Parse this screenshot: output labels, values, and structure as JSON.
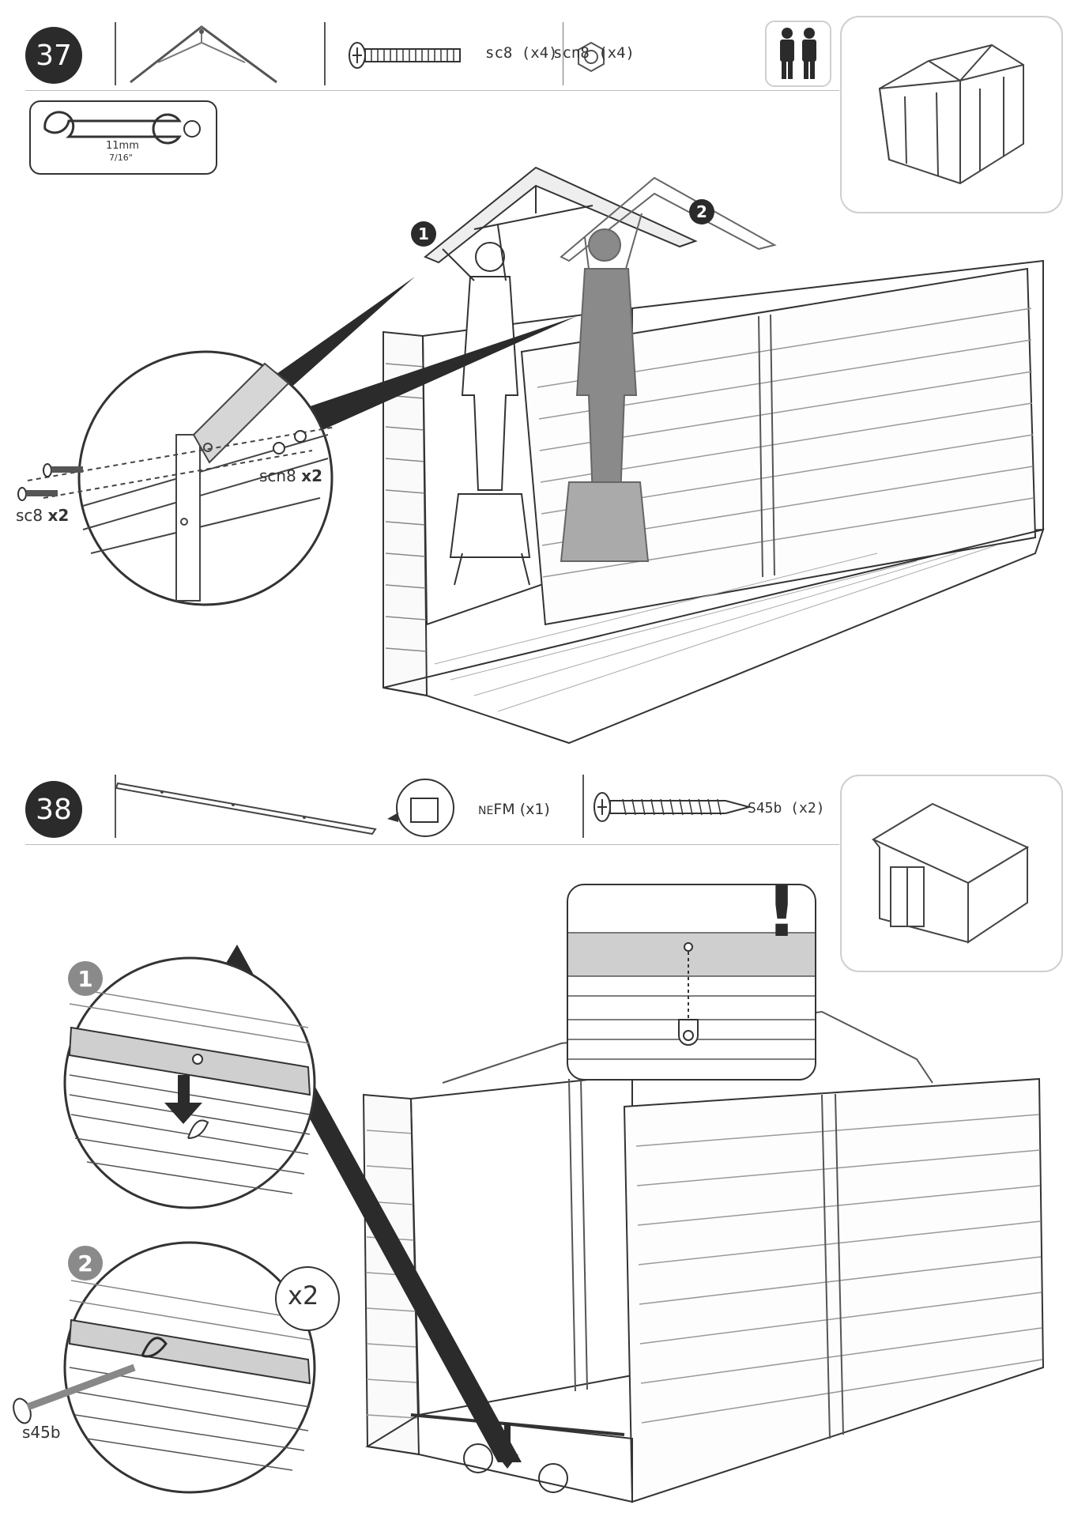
{
  "step37": {
    "number": "37",
    "fasteners": {
      "screw_label": "sc8 (x4)",
      "nut_label": "scn8 (x4)"
    },
    "tool": {
      "size_mm": "11mm",
      "size_in": "7/16\""
    },
    "callouts": {
      "one": "1",
      "two": "2"
    },
    "detail": {
      "nut_name": "scn8",
      "nut_qty": "x2",
      "screw_name": "sc8",
      "screw_qty": "x2"
    },
    "icons": [
      "two-persons-icon",
      "wrench-icon",
      "screw-icon",
      "nut-icon"
    ]
  },
  "step38": {
    "number": "38",
    "part_label": "NEFM (x1)",
    "part_label_prefix": "NE",
    "part_label_main": "FM (x1)",
    "screw_label": "S45b  (x2)",
    "callouts": {
      "one": "1",
      "two": "2"
    },
    "repeat": "x2",
    "detail_screw": "s45b",
    "warning": "!"
  },
  "colors": {
    "ink": "#2b2b2b",
    "panel_gray": "#cfcfcf",
    "border": "#bdbdbd"
  }
}
